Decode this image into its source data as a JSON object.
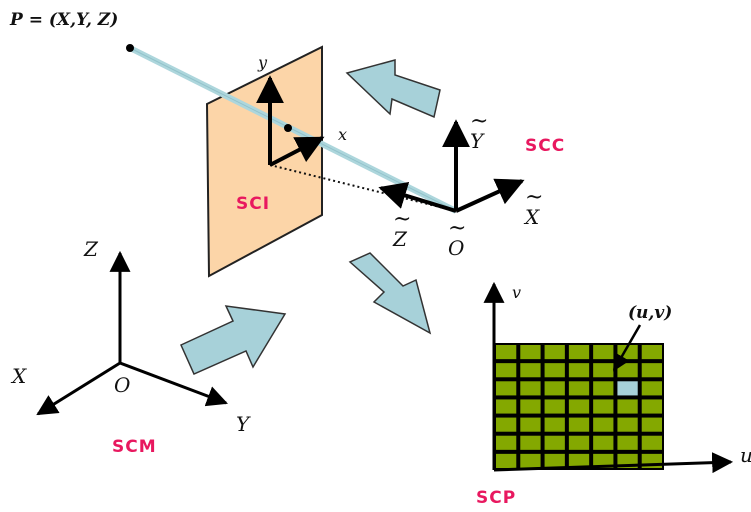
{
  "point_label": "P = (X,Y, Z)",
  "frames": {
    "scm": {
      "name": "SCM",
      "axis_x": "X",
      "axis_y": "Y",
      "axis_z": "Z",
      "origin": "O"
    },
    "sci": {
      "name": "SCI",
      "axis_x": "x",
      "axis_y": "y"
    },
    "scc": {
      "name": "SCC",
      "axis_x": "X",
      "axis_y": "Y",
      "axis_z": "Z",
      "origin": "O"
    },
    "scp": {
      "name": "SCP",
      "axis_u": "u",
      "axis_v": "v",
      "pixel_label": "(u,v)"
    }
  },
  "grid": {
    "columns": 7,
    "rows": 7,
    "highlight_col": 5,
    "highlight_row": 2
  },
  "colors": {
    "image_plane": "#fcd5a8",
    "ray": "#add6dc",
    "arrow_fill": "#a7d1d9",
    "grid_cell": "#84a800",
    "grid_line": "#000000",
    "pixel_highlight": "#a7d1d9",
    "frame_label": "#e8185f"
  }
}
